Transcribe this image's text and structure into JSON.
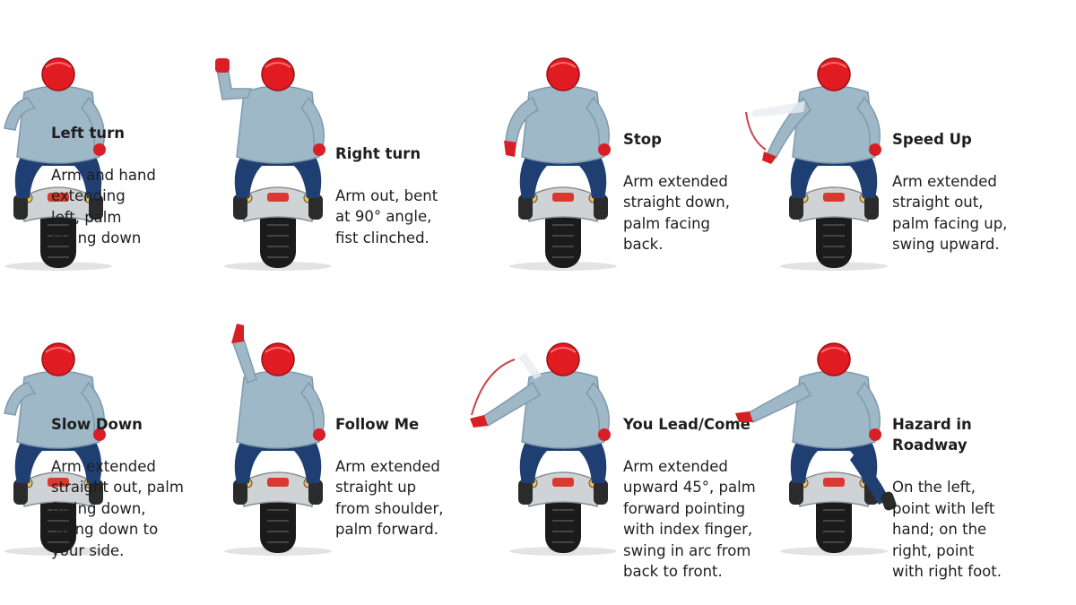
{
  "signals": [
    {
      "id": "left-turn",
      "title": "Left turn",
      "description": "Arm and hand\nextending\nleft, palm\nfacing down",
      "arm": "left-out"
    },
    {
      "id": "right-turn",
      "title": "Right turn",
      "description": "Arm out, bent\nat 90° angle,\nfist clinched.",
      "arm": "bent-up"
    },
    {
      "id": "stop",
      "title": "Stop",
      "description": "Arm extended\nstraight down,\npalm facing\nback.",
      "arm": "down"
    },
    {
      "id": "speed-up",
      "title": "Speed Up",
      "description": "Arm extended\nstraight out,\npalm facing up,\nswing upward.",
      "arm": "swing-up"
    },
    {
      "id": "slow-down",
      "title": "Slow Down",
      "description": "Arm extended\nstraight out, palm\nfacing down,\nswing down to\nyour side.",
      "arm": "left-out"
    },
    {
      "id": "follow-me",
      "title": "Follow Me",
      "description": "Arm extended\nstraight up\nfrom shoulder,\npalm forward.",
      "arm": "straight-up"
    },
    {
      "id": "you-lead",
      "title": "You Lead/Come",
      "description": "Arm extended\nupward 45°, palm\nforward pointing\nwith index finger,\nswing in arc from\nback to front.",
      "arm": "up-45"
    },
    {
      "id": "hazard",
      "title": "Hazard in\nRoadway",
      "description": "On the left,\npoint with left\n hand; on the\n right, point\nwith right foot.",
      "arm": "point-foot"
    }
  ],
  "colors": {
    "helmet": "#e11b22",
    "jacket": "#9fb8c8",
    "jacket_shade": "#7f9aad",
    "jeans": "#1f3f73",
    "tire": "#1b1b1b",
    "bike": "#cfd3d6",
    "glove": "#d81f26",
    "arc": "#c8464a"
  }
}
